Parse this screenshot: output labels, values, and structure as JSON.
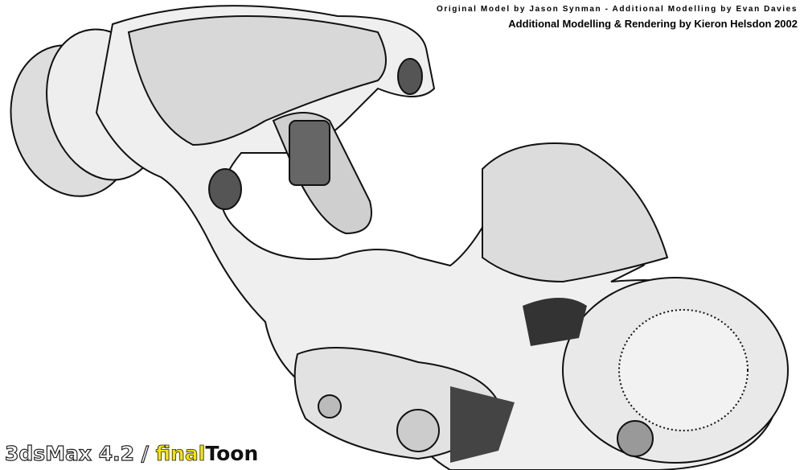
{
  "credits": {
    "line1": "Original Model by Jason Synman - Additional Modelling by Evan Davies",
    "line2": "Additional Modelling & Rendering by Kieron Helsdon 2002"
  },
  "footer": {
    "software": "3dsMax 4.2 / ",
    "plugin_part1": "final",
    "plugin_part2": "Toon"
  },
  "colors": {
    "accent_yellow": "#f5e400"
  }
}
